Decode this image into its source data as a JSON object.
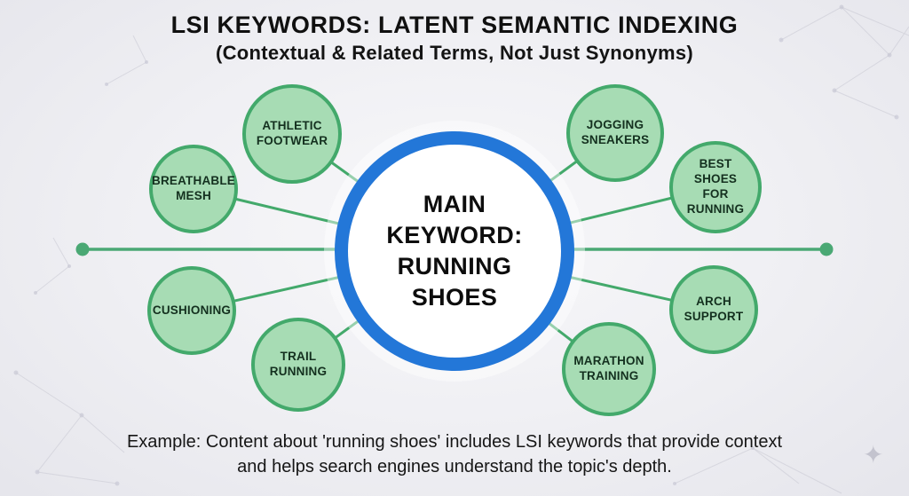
{
  "header": {
    "title": "LSI KEYWORDS: LATENT SEMANTIC INDEXING",
    "subtitle": "(Contextual & Related Terms, Not Just Synonyms)"
  },
  "diagram": {
    "center": {
      "label": "MAIN KEYWORD: RUNNING SHOES",
      "lines": [
        "MAIN",
        "KEYWORD:",
        "RUNNING",
        "SHOES"
      ]
    },
    "nodes": [
      {
        "label": "ATHLETIC FOOTWEAR"
      },
      {
        "label": "BREATHABLE MESH"
      },
      {
        "label": "CUSHIONING"
      },
      {
        "label": "TRAIL RUNNING"
      },
      {
        "label": "JOGGING SNEAKERS"
      },
      {
        "label": "BEST SHOES FOR RUNNING"
      },
      {
        "label": "ARCH SUPPORT"
      },
      {
        "label": "MARATHON TRAINING"
      }
    ],
    "colors": {
      "node_fill": "#a7dcb4",
      "node_border": "#43a96b",
      "connector": "#43a96b",
      "center_ring": "#2377d8",
      "axis_line": "#4caf7d"
    }
  },
  "footer": {
    "caption_line1": "Example: Content about 'running shoes' includes LSI keywords that provide context",
    "caption_line2": "and helps search engines understand the topic's depth."
  },
  "icons": {
    "sparkle": "✦"
  }
}
